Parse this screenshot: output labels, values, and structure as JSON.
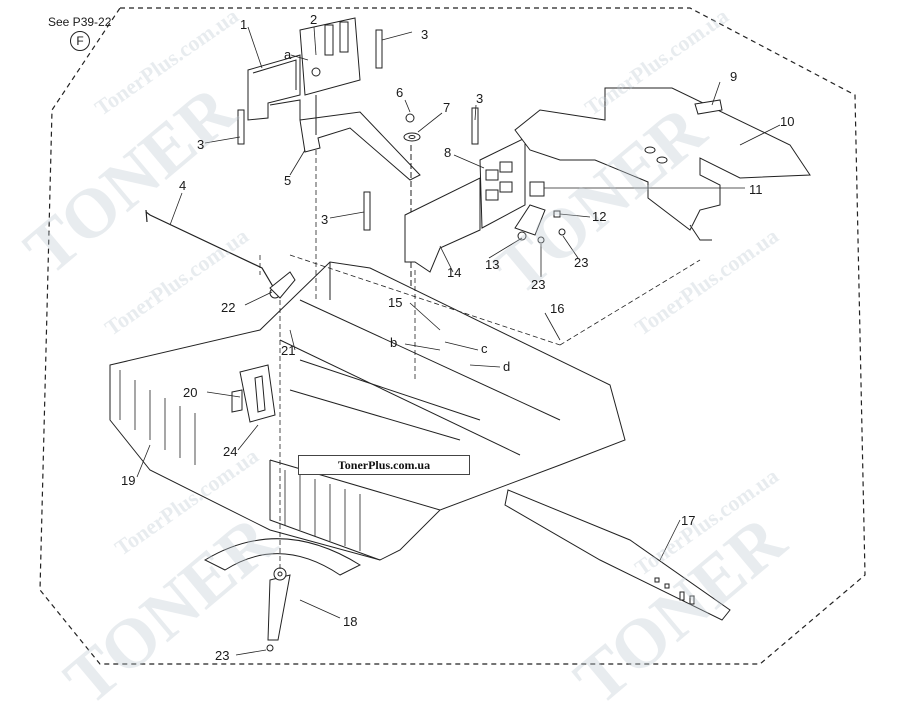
{
  "diagram": {
    "reference": {
      "text": "See P39-22",
      "circle_label": "F"
    },
    "watermark": {
      "text": "TonerPlus.com.ua",
      "big_text": "TONER",
      "stamp": "TonerPlus.com.ua"
    },
    "parts": [
      "1",
      "2",
      "3",
      "4",
      "5",
      "6",
      "7",
      "8",
      "9",
      "10",
      "11",
      "12",
      "13",
      "14",
      "15",
      "16",
      "17",
      "18",
      "19",
      "20",
      "21",
      "22",
      "23",
      "24"
    ],
    "letters": [
      "a",
      "b",
      "c",
      "d"
    ],
    "colors": {
      "line": "#222222",
      "watermark": "#c3cbd4"
    }
  }
}
